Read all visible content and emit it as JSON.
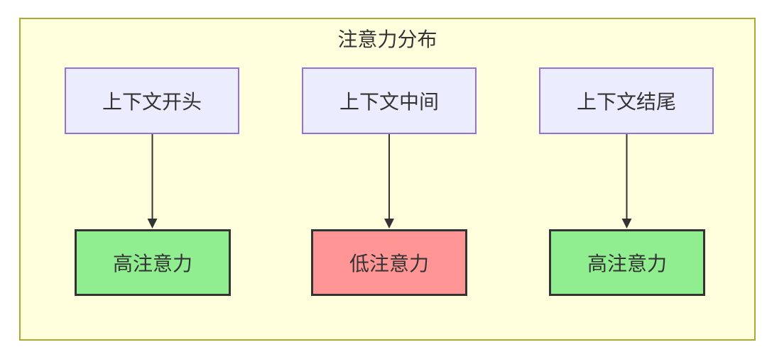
{
  "diagram": {
    "title": "注意力分布",
    "sources": [
      {
        "label": "上下文开头"
      },
      {
        "label": "上下文中间"
      },
      {
        "label": "上下文结尾"
      }
    ],
    "results": [
      {
        "label": "高注意力",
        "level": "high"
      },
      {
        "label": "低注意力",
        "level": "low"
      },
      {
        "label": "高注意力",
        "level": "high"
      }
    ],
    "edges": [
      {
        "from": "上下文开头",
        "to": "高注意力"
      },
      {
        "from": "上下文中间",
        "to": "低注意力"
      },
      {
        "from": "上下文结尾",
        "to": "高注意力"
      }
    ],
    "colors": {
      "canvas_bg": "#ffffff",
      "container_bg": "#ffffde",
      "container_border": "#aaaa33",
      "source_bg": "#ececff",
      "source_border": "#9370db",
      "high_attention_bg": "#90ee90",
      "low_attention_bg": "#ff9595",
      "result_border": "#333333",
      "arrow": "#333333",
      "text": "#333333"
    }
  }
}
